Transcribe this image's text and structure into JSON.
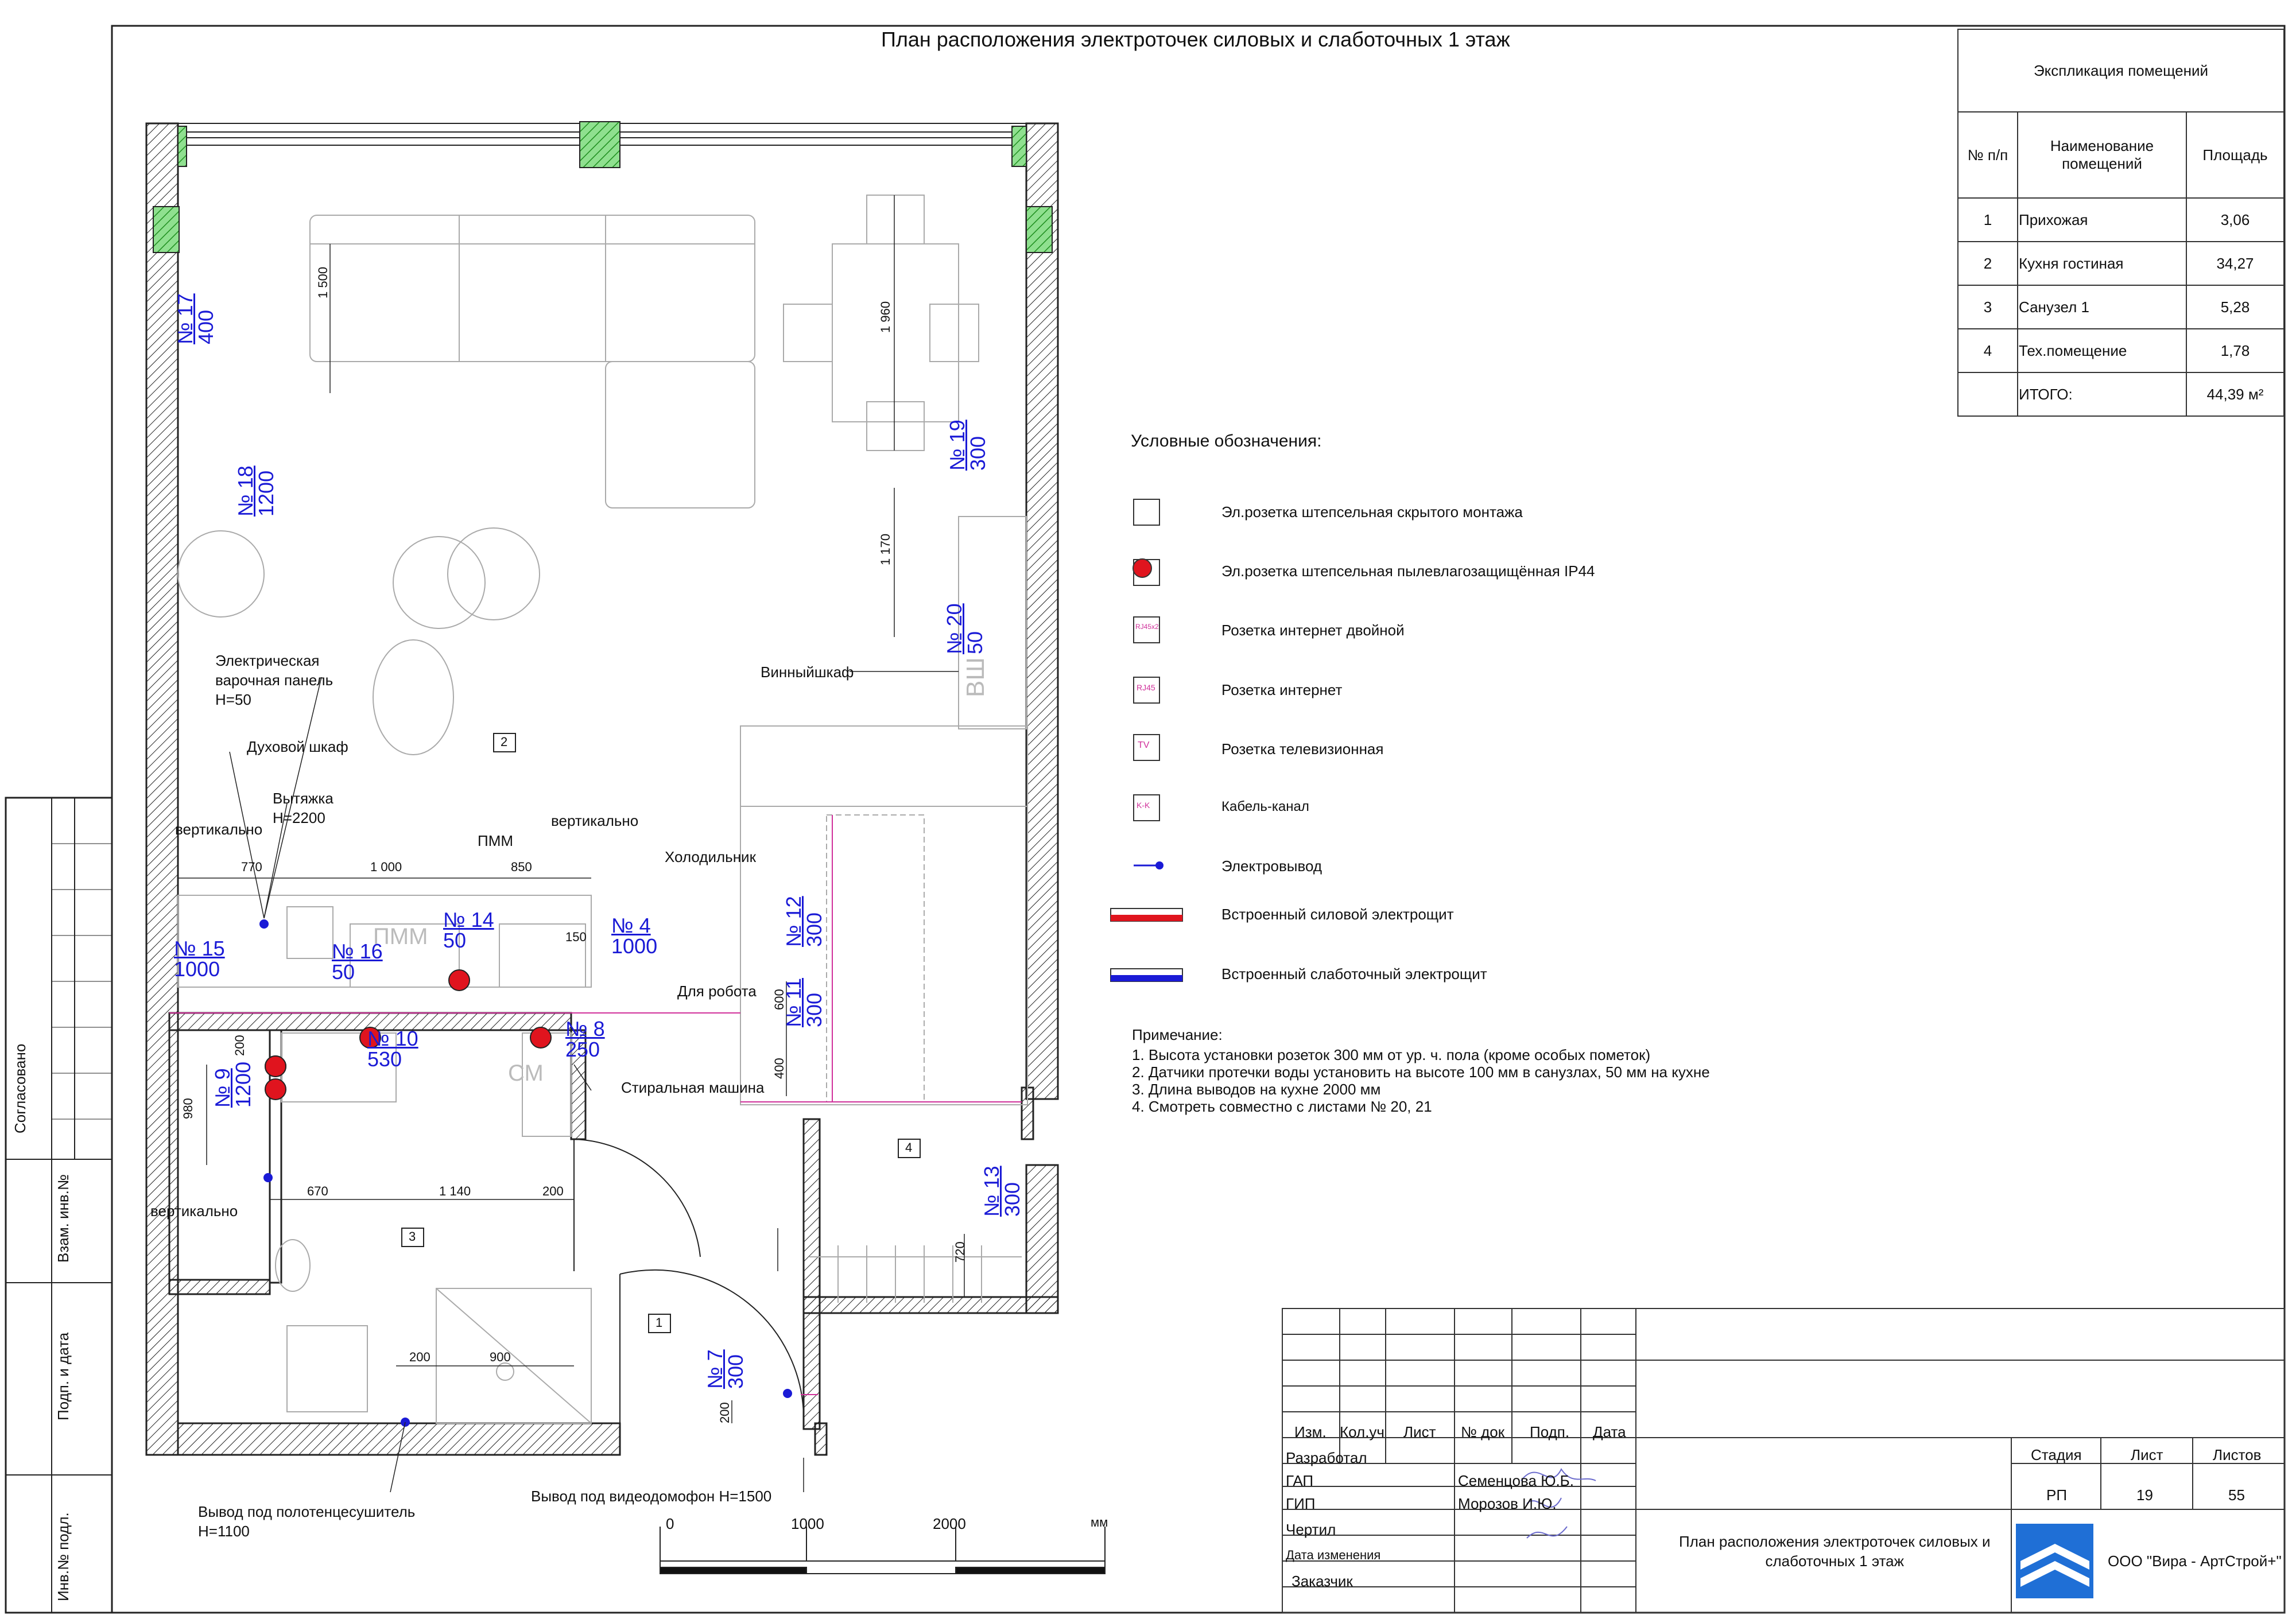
{
  "title": "План расположения электроточек силовых и слаботочных 1 этаж",
  "explication": {
    "heading": "Экспликация помещений",
    "col_num": "№ п/п",
    "col_name": "Наименование помещений",
    "col_area": "Площадь",
    "rooms": [
      {
        "n": "1",
        "name": "Прихожая",
        "area": "3,06"
      },
      {
        "n": "2",
        "name": "Кухня гостиная",
        "area": "34,27"
      },
      {
        "n": "3",
        "name": "Санузел 1",
        "area": "5,28"
      },
      {
        "n": "4",
        "name": "Тех.помещение",
        "area": "1,78"
      }
    ],
    "total_label": "ИТОГО:",
    "total_value": "44,39 м²"
  },
  "legend": {
    "heading": "Условные обозначения:",
    "items": [
      {
        "icon": "socket-icon",
        "text": "Эл.розетка штепсельная скрытого монтажа"
      },
      {
        "icon": "socket-ip44-icon",
        "text": "Эл.розетка штепсельная пылевлагозащищённая IP44"
      },
      {
        "icon": "internet-double-icon",
        "text": "Розетка интернет двойной"
      },
      {
        "icon": "internet-icon",
        "text": "Розетка интернет"
      },
      {
        "icon": "tv-socket-icon",
        "text": "Розетка телевизионная"
      },
      {
        "icon": "cable-channel-icon",
        "text": "Кабель-канал"
      },
      {
        "icon": "electric-outlet-icon",
        "text": "Электровывод"
      },
      {
        "icon": "power-panel-icon",
        "text": "Встроенный силовой электрощит"
      },
      {
        "icon": "lowcurrent-panel-icon",
        "text": "Встроенный слаботочный электрощит"
      }
    ],
    "icon_codes": {
      "internet_double": "RJ45x2",
      "internet": "RJ45",
      "tv": "TV",
      "cable": "K-K"
    }
  },
  "notes": {
    "heading": "Примечание:",
    "lines": [
      "1. Высота установки розеток 300 мм от ур. ч. пола (кроме особых пометок)",
      "2. Датчики протечки воды установить на высоте 100 мм в санузлах, 50 мм  на кухне",
      "3. Длина выводов на кухне 2000 мм",
      "4. Смотреть совместно с листами № 20, 21"
    ]
  },
  "plan": {
    "points": [
      {
        "no": "№ 17",
        "h": "400"
      },
      {
        "no": "№ 18",
        "h": "1200"
      },
      {
        "no": "№ 19",
        "h": "300"
      },
      {
        "no": "№ 20",
        "h": "50"
      },
      {
        "no": "№ 15",
        "h": "1000"
      },
      {
        "no": "№ 16",
        "h": "50"
      },
      {
        "no": "№ 14",
        "h": "50"
      },
      {
        "no": "№ 4",
        "h": "1000"
      },
      {
        "no": "№ 12",
        "h": "300"
      },
      {
        "no": "№ 11",
        "h": "300"
      },
      {
        "no": "№ 9",
        "h": "1200"
      },
      {
        "no": "№ 10",
        "h": "530"
      },
      {
        "no": "№ 8",
        "h": "250"
      },
      {
        "no": "№ 13",
        "h": "300"
      },
      {
        "no": "№ 7",
        "h": "300"
      }
    ],
    "dims": {
      "d1500": "1 500",
      "d1960": "1 960",
      "d1170": "1 170",
      "d770": "770",
      "d1000": "1 000",
      "d850": "850",
      "d150": "150",
      "d600": "600",
      "d400": "400",
      "d200a": "200",
      "d980": "980",
      "d670": "670",
      "d1140": "1 140",
      "d200b": "200",
      "d720": "720",
      "d200c": "200",
      "d900": "900",
      "d200d": "200"
    },
    "callouts": {
      "hob": "Электрическая\nварочная панель\nH=50",
      "oven": "Духовой шкаф",
      "hood": "Вытяжка\nH=2200",
      "vertical1": "вертикально",
      "pmm": "ПММ",
      "vertical2": "вертикально",
      "wine": "Винныйшкаф",
      "fridge": "Холодильник",
      "robot": "Для робота",
      "washer": "Стиральная машина",
      "vertical3": "вертикально",
      "towel": "Вывод под полотенцесушитель\nH=1100",
      "intercom": "Вывод под видеодомофон H=1500",
      "pmm_tag": "ПММ",
      "cm_tag": "СМ",
      "vsh_tag": "ВШ"
    },
    "rooms": [
      "1",
      "2",
      "3",
      "4"
    ],
    "scale": {
      "t0": "0",
      "t1": "1000",
      "t2": "2000",
      "unit": "мм"
    }
  },
  "side_stamp": {
    "agreed": "Согласовано",
    "inv_replace": "Взам. инв.№",
    "sign_date": "Подп. и дата",
    "inv_orig": "Инв.№ подл."
  },
  "stamp": {
    "cols": [
      "Изм.",
      "Кол.уч",
      "Лист",
      "№ док",
      "Подп.",
      "Дата"
    ],
    "rows": [
      {
        "role": "Разработал",
        "name": ""
      },
      {
        "role": "ГАП",
        "name": "Семенцова Ю.Б."
      },
      {
        "role": "ГИП",
        "name": "Морозов И.Ю."
      },
      {
        "role": "Чертил",
        "name": ""
      },
      {
        "role": "Дата изменения",
        "name": ""
      },
      {
        "role": "Заказчик",
        "name": ""
      }
    ],
    "stage_h": "Стадия",
    "sheet_h": "Лист",
    "sheets_h": "Листов",
    "stage": "РП",
    "sheet": "19",
    "sheets": "55",
    "drawing_title": "План расположения электроточек силовых и\nслаботочных 1 этаж",
    "company": "ООО \"Вира - АртСтрой+\""
  },
  "colors": {
    "blue": "#1a1ad6",
    "red": "#e0141e",
    "wall": "#222222",
    "green": "#3cc23c",
    "magenta": "#d0309a"
  }
}
